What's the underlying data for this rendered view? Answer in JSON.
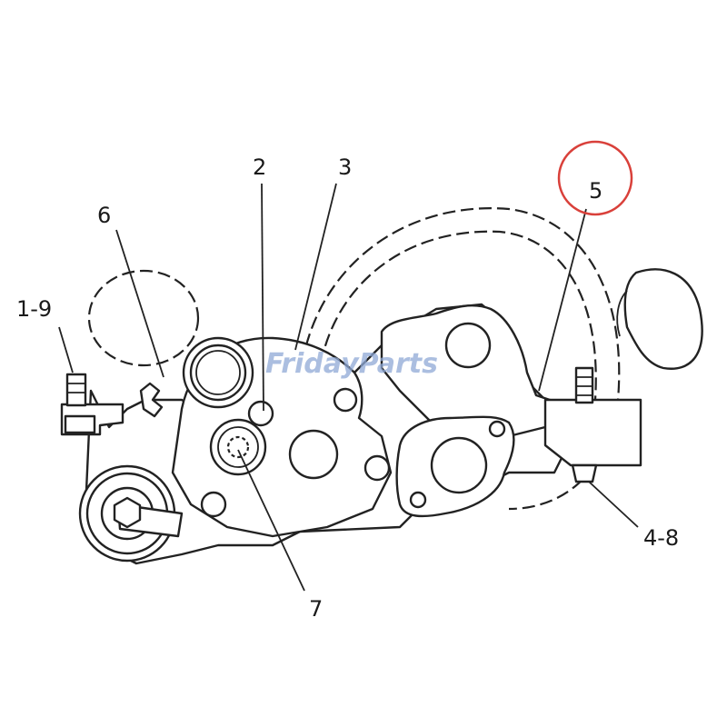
{
  "watermark": {
    "text": "FridayParts",
    "color": "#8fa9d6"
  },
  "callouts": [
    {
      "id": "c2",
      "label": "2"
    },
    {
      "id": "c3",
      "label": "3"
    },
    {
      "id": "c5",
      "label": "5",
      "highlighted": true
    },
    {
      "id": "c6",
      "label": "6"
    },
    {
      "id": "c1-9",
      "label": "1-9"
    },
    {
      "id": "c4-8",
      "label": "4-8"
    },
    {
      "id": "c7",
      "label": "7"
    }
  ],
  "highlight": {
    "target": "5",
    "color": "#d9403a"
  }
}
